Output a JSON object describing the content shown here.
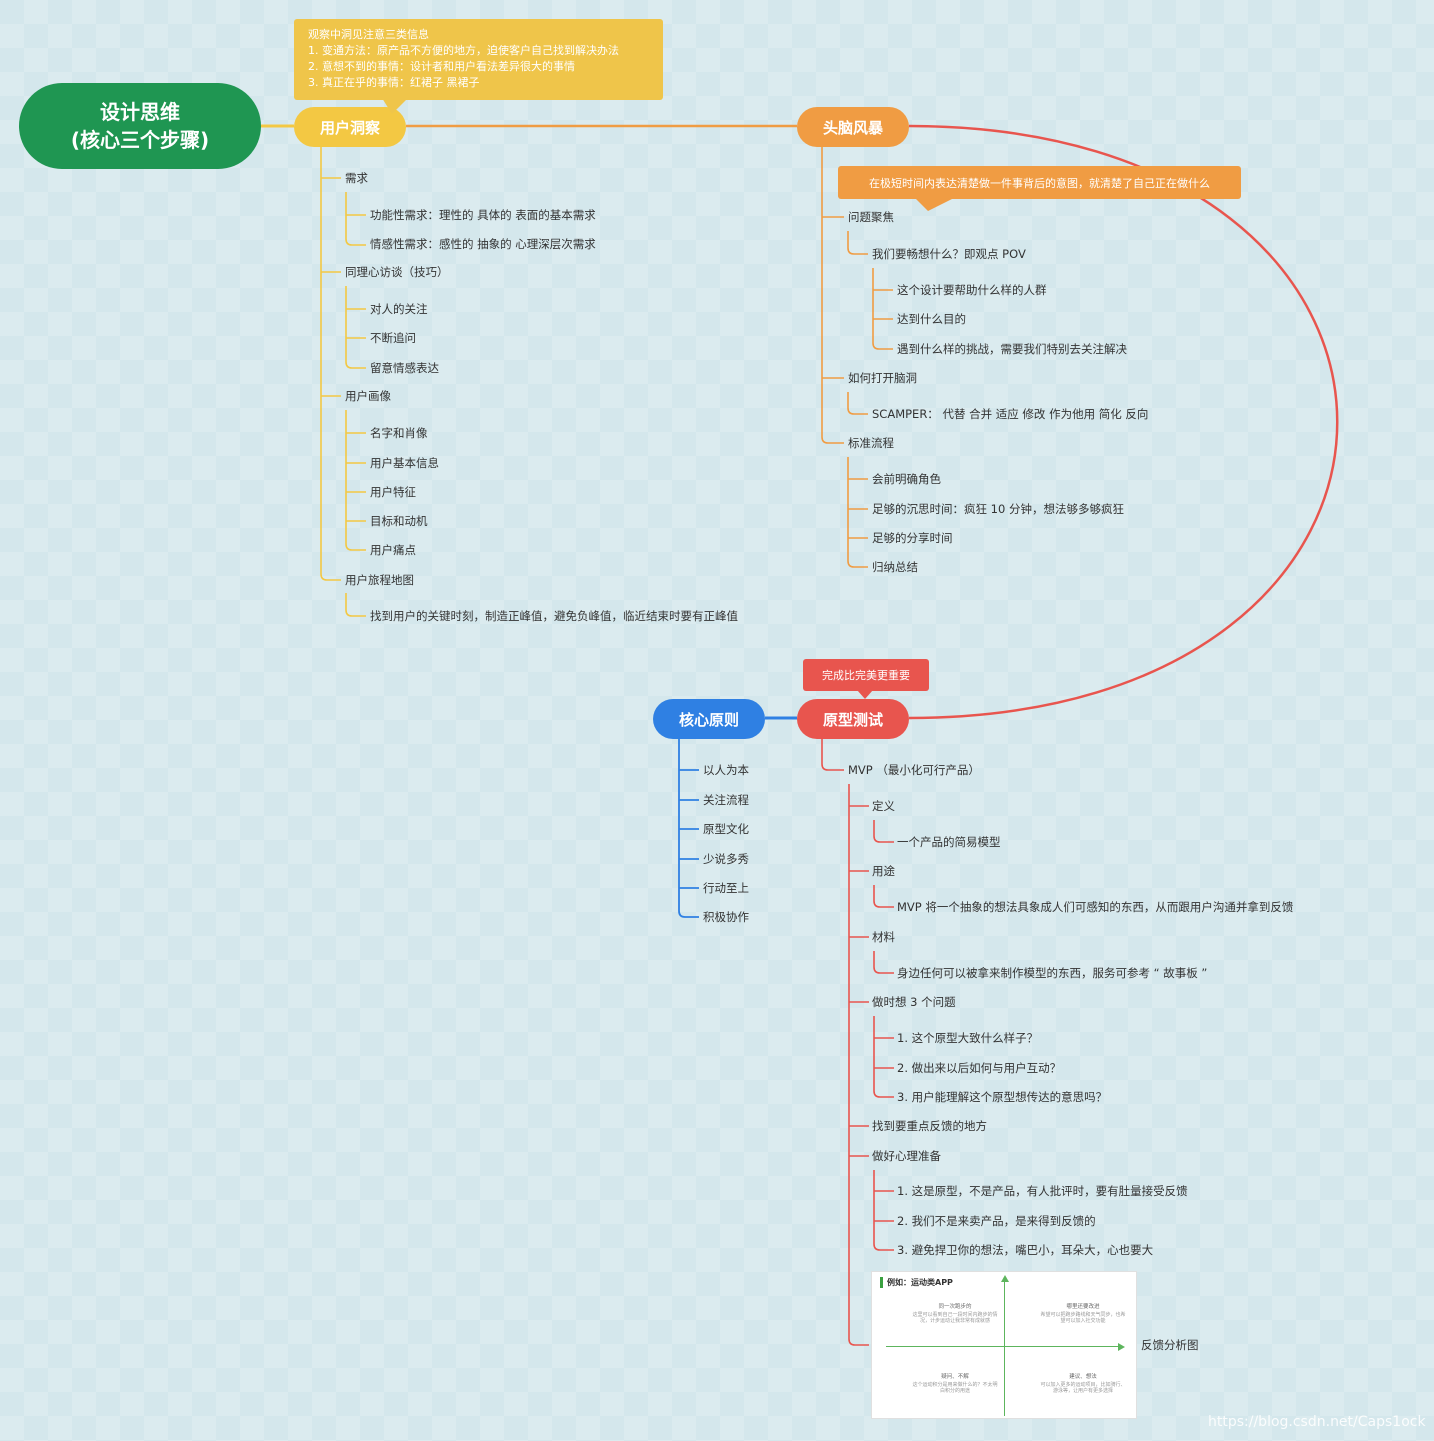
{
  "root": {
    "line1": "设计思维",
    "line2": "(核心三个步骤)"
  },
  "insight": {
    "title": "用户洞察",
    "note": [
      "观察中洞见注意三类信息",
      "1. 变通方法：原产品不方便的地方，迫使客户自己找到解决办法",
      "2. 意想不到的事情：设计者和用户看法差异很大的事情",
      "3. 真正在乎的事情：红裙子 黑裙子"
    ],
    "needs": "需求",
    "needs_items": [
      "功能性需求：理性的 具体的 表面的基本需求",
      "情感性需求：感性的 抽象的 心理深层次需求"
    ],
    "empathy": "同理心访谈（技巧）",
    "empathy_items": [
      "对人的关注",
      "不断追问",
      "留意情感表达"
    ],
    "persona": "用户画像",
    "persona_items": [
      "名字和肖像",
      "用户基本信息",
      "用户特征",
      "目标和动机",
      "用户痛点"
    ],
    "journey": "用户旅程地图",
    "journey_items": [
      "找到用户的关键时刻，制造正峰值，避免负峰值，临近结束时要有正峰值"
    ]
  },
  "brain": {
    "title": "头脑风暴",
    "note": "在极短时间内表达清楚做一件事背后的意图，就清楚了自己正在做什么",
    "focus": "问题聚焦",
    "pov": "我们要畅想什么？即观点 POV",
    "pov_items": [
      "这个设计要帮助什么样的人群",
      "达到什么目的",
      "遇到什么样的挑战，需要我们特别去关注解决"
    ],
    "open": "如何打开脑洞",
    "open_items": [
      "SCAMPER：  代替  合并  适应  修改  作为他用  简化  反向"
    ],
    "flow": "标准流程",
    "flow_items": [
      "会前明确角色",
      "足够的沉思时间：疯狂 10 分钟，想法够多够疯狂",
      "足够的分享时间",
      "归纳总结"
    ]
  },
  "proto": {
    "title": "原型测试",
    "note": "完成比完美更重要",
    "mvp": "MVP  （最小化可行产品）",
    "def": "定义",
    "def_items": [
      "一个产品的简易模型"
    ],
    "use": "用途",
    "use_items": [
      "MVP 将一个抽象的想法具象成人们可感知的东西，从而跟用户沟通并拿到反馈"
    ],
    "mat": "材料",
    "mat_items": [
      "身边任何可以被拿来制作模型的东西，服务可参考 “ 故事板 ”"
    ],
    "think": "做时想 3 个问题",
    "think_items": [
      "1. 这个原型大致什么样子？",
      "2. 做出来以后如何与用户互动？",
      "3. 用户能理解这个原型想传达的意思吗？"
    ],
    "find": "找到要重点反馈的地方",
    "prep": "做好心理准备",
    "prep_items": [
      "1. 这是原型，不是产品，有人批评时，要有肚量接受反馈",
      "2. 我们不是来卖产品，是来得到反馈的",
      "3. 避免捍卫你的想法，嘴巴小，耳朵大，心也要大"
    ],
    "fb_label": "反馈分析图",
    "fb": {
      "title": "例如：运动类APP",
      "q1_title": "同一次跑步的",
      "q1_text": "这里可以看到自己一段时间内跑步的情况，计步运动让我非常有成就感",
      "q2_title": "哪里还要改进",
      "q2_text": "希望可以把跑步路线和天气同步，也希望可以加入社交功能",
      "q3_title": "疑问、不解",
      "q3_text": "这个运动积分是用来做什么的？不太明白积分的用途",
      "q4_title": "建议、想法",
      "q4_text": "可以加入更多的运动项目，比如骑行、游泳等，让用户有更多选择"
    }
  },
  "core": {
    "title": "核心原则",
    "items": [
      "以人为本",
      "关注流程",
      "原型文化",
      "少说多秀",
      "行动至上",
      "积极协作"
    ]
  },
  "watermark": "https://blog.csdn.net/Caps1ock",
  "colors": {
    "insight": "#f3c843",
    "brain": "#f09c43",
    "proto": "#e8554e",
    "core": "#2f80e3",
    "root": "#1f9652"
  }
}
